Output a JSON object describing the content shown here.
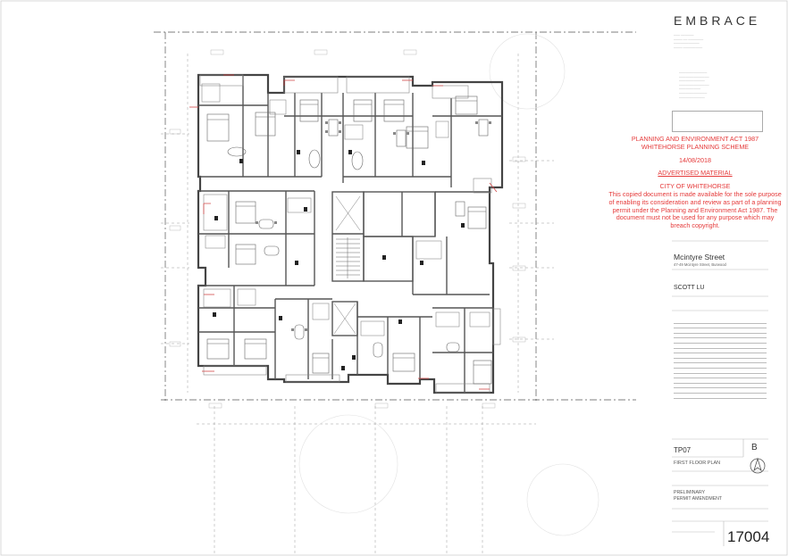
{
  "title_block": {
    "logo": "EMBRACE",
    "project_name": "Mcintyre Street",
    "project_address": "47-49 Mcintyre Street, Burwood",
    "client": "SCOTT LU",
    "drawing_number": "TP07",
    "revision": "B",
    "drawing_title": "FIRST FLOOR PLAN",
    "status_line1": "PRELIMINARY",
    "status_line2": "PERMIT AMENDMENT",
    "job_number": "17004"
  },
  "planning_stamp": {
    "line1": "PLANNING AND ENVIRONMENT ACT 1987",
    "line2": "WHITEHORSE PLANNING SCHEME",
    "date": "14/08/2018",
    "heading": "ADVERTISED MATERIAL",
    "council": "CITY OF WHITEHORSE",
    "body": "This copied document is made available for the sole purpose of enabling its consideration and review as part of a planning permit under the Planning and Environment Act 1987. The document must not be used for any purpose which may breach copyright."
  },
  "colors": {
    "stamp_red": "#e53a3a",
    "wall": "#444444",
    "furniture": "#666666",
    "fixture_dark": "#222222",
    "boundary_red": "#d24a4a"
  }
}
